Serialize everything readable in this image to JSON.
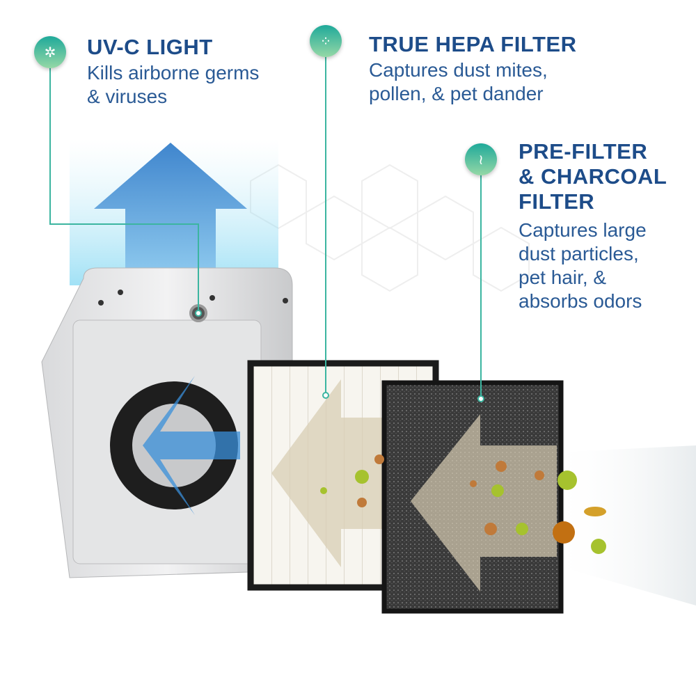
{
  "features": [
    {
      "title": "UV-C LIGHT",
      "lines": [
        "Kills airborne germs",
        "& viruses"
      ],
      "icon": "virus-icon"
    },
    {
      "title": "TRUE HEPA FILTER",
      "lines": [
        "Captures dust mites,",
        "pollen, & pet dander"
      ],
      "icon": "particles-icon"
    },
    {
      "title_lines": [
        "PRE-FILTER",
        "& CHARCOAL",
        "FILTER"
      ],
      "lines": [
        "Captures large",
        "dust particles,",
        "pet hair, &",
        "absorbs odors"
      ],
      "icon": "odor-waves-icon"
    }
  ],
  "colors": {
    "heading": "#1d4c89",
    "body": "#2a5a95",
    "accent_line": "#3bb5a0",
    "airflow_blue": "#3d8fd6"
  }
}
